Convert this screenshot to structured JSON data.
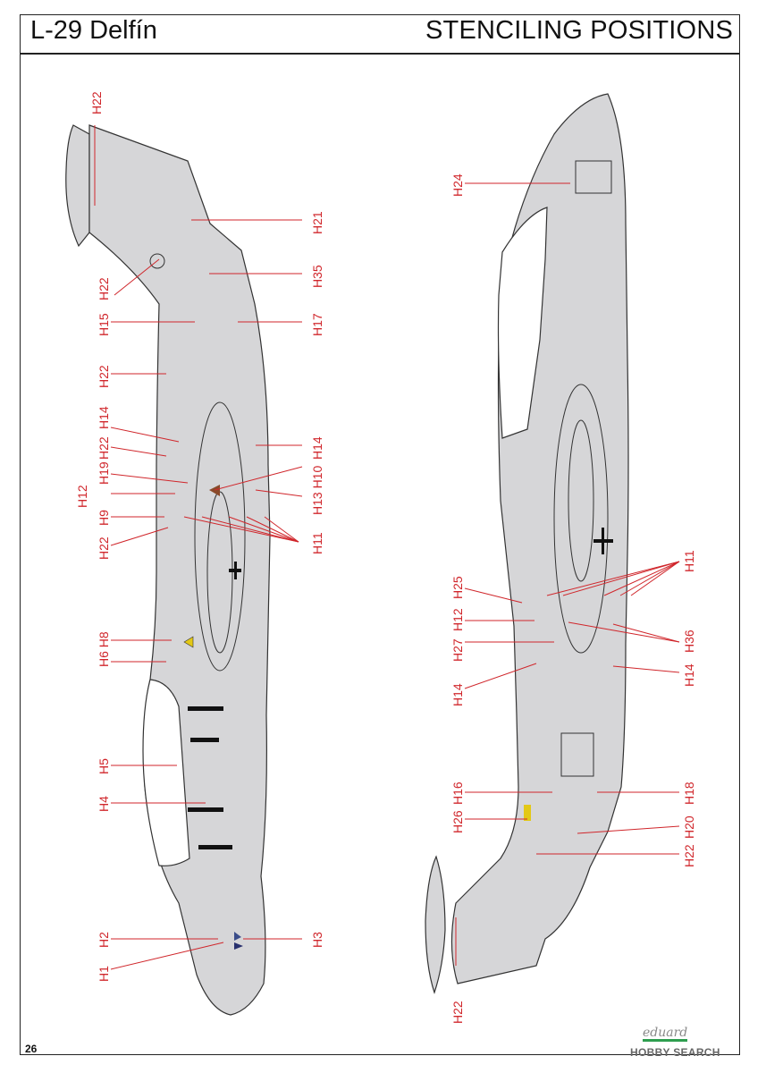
{
  "header": {
    "title": "L-29 Delfín",
    "section": "STENCILING POSITIONS"
  },
  "footer": {
    "page_number": "26",
    "brand": "eduard",
    "watermark": "HOBBY SEARCH"
  },
  "left_view": {
    "labels": [
      "H22",
      "H21",
      "H22",
      "H35",
      "H15",
      "H17",
      "H22",
      "H14",
      "H22",
      "H14",
      "H19",
      "H13 H10",
      "H12",
      "H9",
      "H11",
      "H22",
      "H6 H8",
      "H5",
      "H4",
      "H2",
      "H3",
      "H1"
    ]
  },
  "right_view": {
    "labels": [
      "H24",
      "H11",
      "H25",
      "H12",
      "H27",
      "H36",
      "H14",
      "H14",
      "H16",
      "H18",
      "H26",
      "H20",
      "H22",
      "H22"
    ]
  }
}
